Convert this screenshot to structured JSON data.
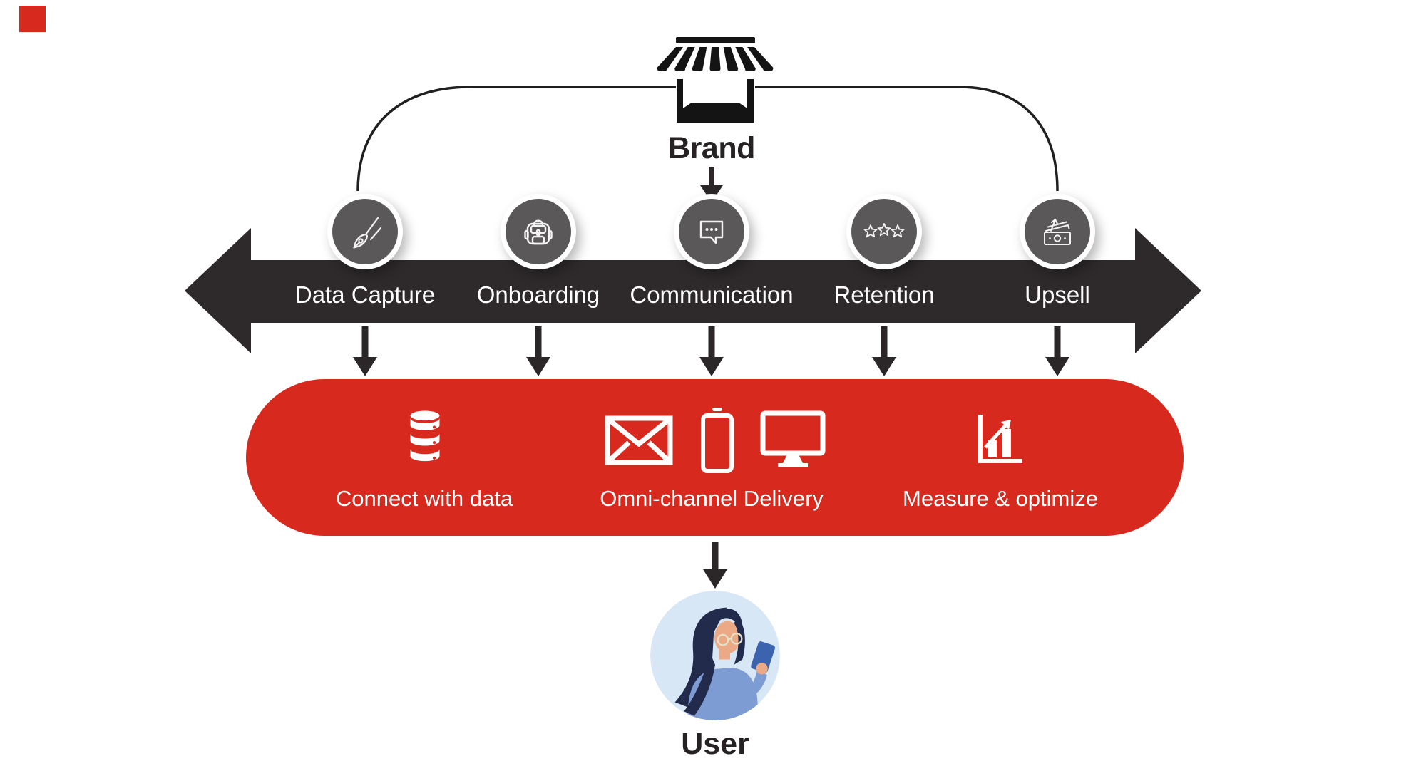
{
  "meta": {
    "background": "#ffffff",
    "accent_red": "#d8291e",
    "band_color": "#2e2a2b",
    "circle_color": "#5b5859",
    "text_dark": "#262223",
    "corner_mark": "red-square"
  },
  "brand": {
    "label": "Brand",
    "icon": "storefront-icon"
  },
  "journey_band": {
    "stages": [
      {
        "label": "Data Capture",
        "icon": "pen-nib-icon"
      },
      {
        "label": "Onboarding",
        "icon": "backpack-icon"
      },
      {
        "label": "Communication",
        "icon": "chat-bubble-icon"
      },
      {
        "label": "Retention",
        "icon": "three-stars-icon"
      },
      {
        "label": "Upsell",
        "icon": "money-growth-icon"
      }
    ]
  },
  "platform": {
    "capabilities": [
      {
        "label": "Connect with data",
        "icons": [
          "database-icon"
        ]
      },
      {
        "label": "Omni-channel Delivery",
        "icons": [
          "envelope-icon",
          "smartphone-icon",
          "monitor-icon"
        ]
      },
      {
        "label": "Measure & optimize",
        "icons": [
          "bar-chart-icon"
        ]
      }
    ]
  },
  "user": {
    "label": "User",
    "icon": "user-avatar"
  }
}
